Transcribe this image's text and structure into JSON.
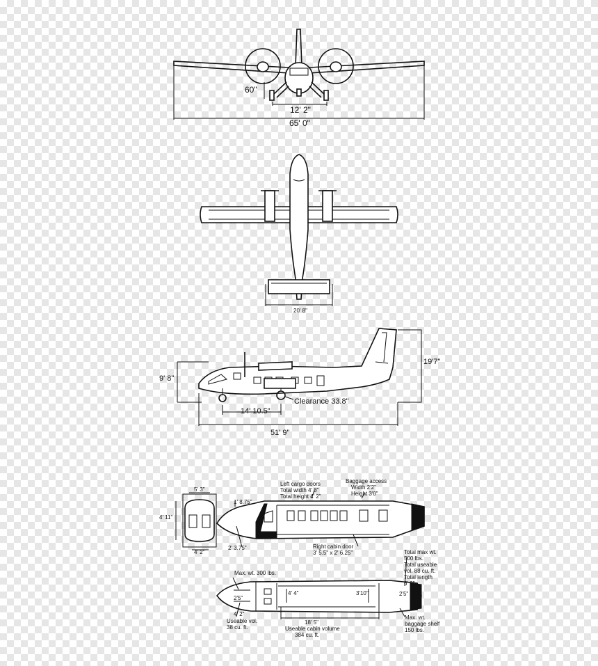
{
  "front_view": {
    "height_label": "60\"",
    "track_label": "12' 2\"",
    "span_label": "65' 0\""
  },
  "top_view": {
    "tailplane_span_label": "20' 8\""
  },
  "side_view": {
    "height_left_label": "9' 8\"",
    "height_tail_label": "19'7\"",
    "clearance_label": "Clearance 33.8\"",
    "wheelbase_label": "14' 10.5\"",
    "length_label": "51' 9\""
  },
  "cabin_section": {
    "width_top_label": "5' 3\"",
    "height_label": "4' 11\"",
    "width_bottom_label": "4' 2\"",
    "nose_upper_label": "1' 8.75\"",
    "nose_lower_label": "2' 3.75\""
  },
  "cabin_side_annotations": {
    "left_cargo_doors": [
      "Left cargo doors",
      "Total width 4' 8\"",
      "Total height 4' 2\""
    ],
    "baggage_access": [
      "Baggage access",
      "Width 2'2\"",
      "Height 3'0\""
    ],
    "right_cabin_door": [
      "Right cabin door",
      "3' 5.5\" x 2' 6.25\""
    ]
  },
  "cabin_plan_annotations": {
    "nose_max_wt": "Max. wt. 300 lbs.",
    "nose_width": "2'5\"",
    "nose_length": "4' 2\"",
    "nose_volume": [
      "Useable vol.",
      "38 cu. ft."
    ],
    "cabin_width_front": "4' 4\"",
    "cabin_width_rear": "3'10\"",
    "cabin_length": "18' 5\"",
    "cabin_volume": [
      "Useable cabin volume",
      "384 cu. ft."
    ],
    "aft_width": "2'5\"",
    "aft_total": [
      "Total max wt.",
      "500 lbs.",
      "Total useable",
      "vol. 88 cu. ft.",
      "Total length",
      "6' 2\""
    ],
    "aft_shelf": [
      "Max. wt.",
      "baggage shelf",
      "150 lbs."
    ]
  }
}
